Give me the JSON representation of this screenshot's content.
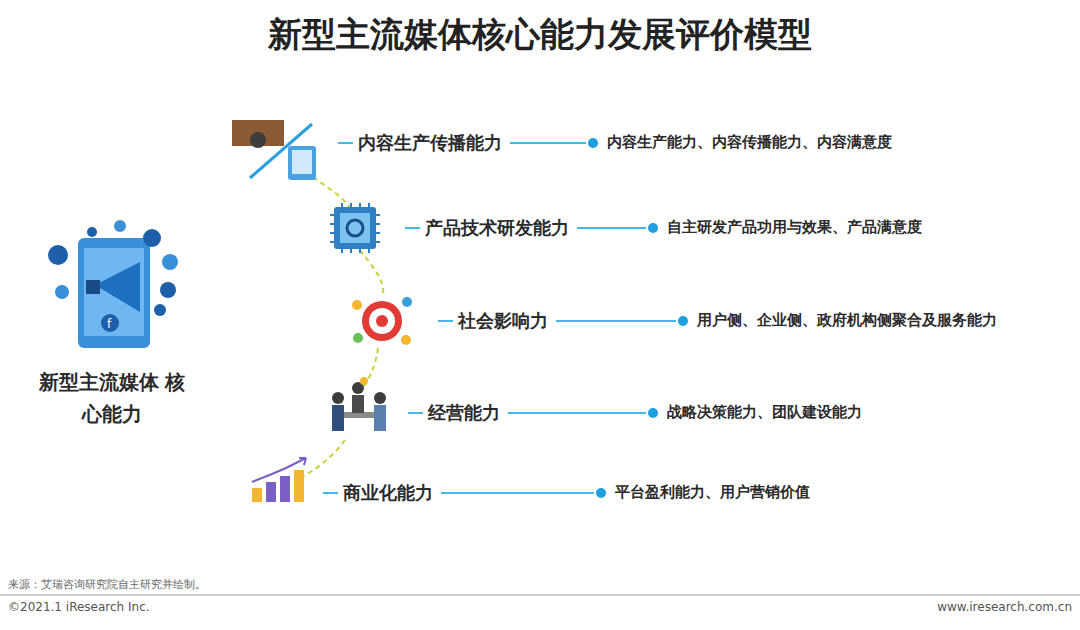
{
  "diagram": {
    "title": "新型主流媒体核心能力发展评价模型",
    "labels": [
      "新型主流媒体 核心能力",
      "内容生产传播能力",
      "内容生产能力、内容传播能力、内容满意度",
      "产品技术研发能力",
      "自主研发产品功用与效果、产品满意度",
      "社会影响力",
      "用户侧、企业侧、政府机构侧聚合及服务能力",
      "经营能力",
      "战略决策能力、团队建设能力",
      "商业化能力",
      "平台盈利能力、用户营销价值",
      "来源：艾瑞咨询研究院自主研究并绘制。",
      "©2021.1 iResearch Inc.",
      "www.iresearch.com.cn"
    ]
  }
}
